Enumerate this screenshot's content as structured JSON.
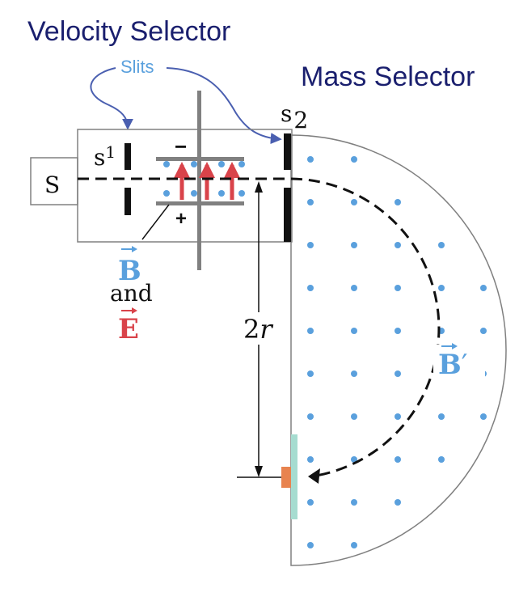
{
  "titles": {
    "velocity_selector": "Velocity Selector",
    "mass_selector": "Mass Selector"
  },
  "labels": {
    "slits": "Slits",
    "source": "S",
    "s1_letter": "s",
    "s1_sub": "1",
    "s2_letter": "s",
    "s2_sub": "2",
    "minus": "−",
    "plus": "+",
    "b_field": "B",
    "and_word": "and",
    "e_field": "E",
    "diameter": "2",
    "diameter_var": "r",
    "b_prime": "B",
    "prime_mark": "′"
  },
  "colors": {
    "title": "#1a1f6e",
    "arrow_blue": "#4a5fb0",
    "field_blue": "#5aa0dd",
    "e_red": "#d9434a",
    "gray": "#808080",
    "detector": "#a6dcd0",
    "spot": "#e8834f"
  }
}
